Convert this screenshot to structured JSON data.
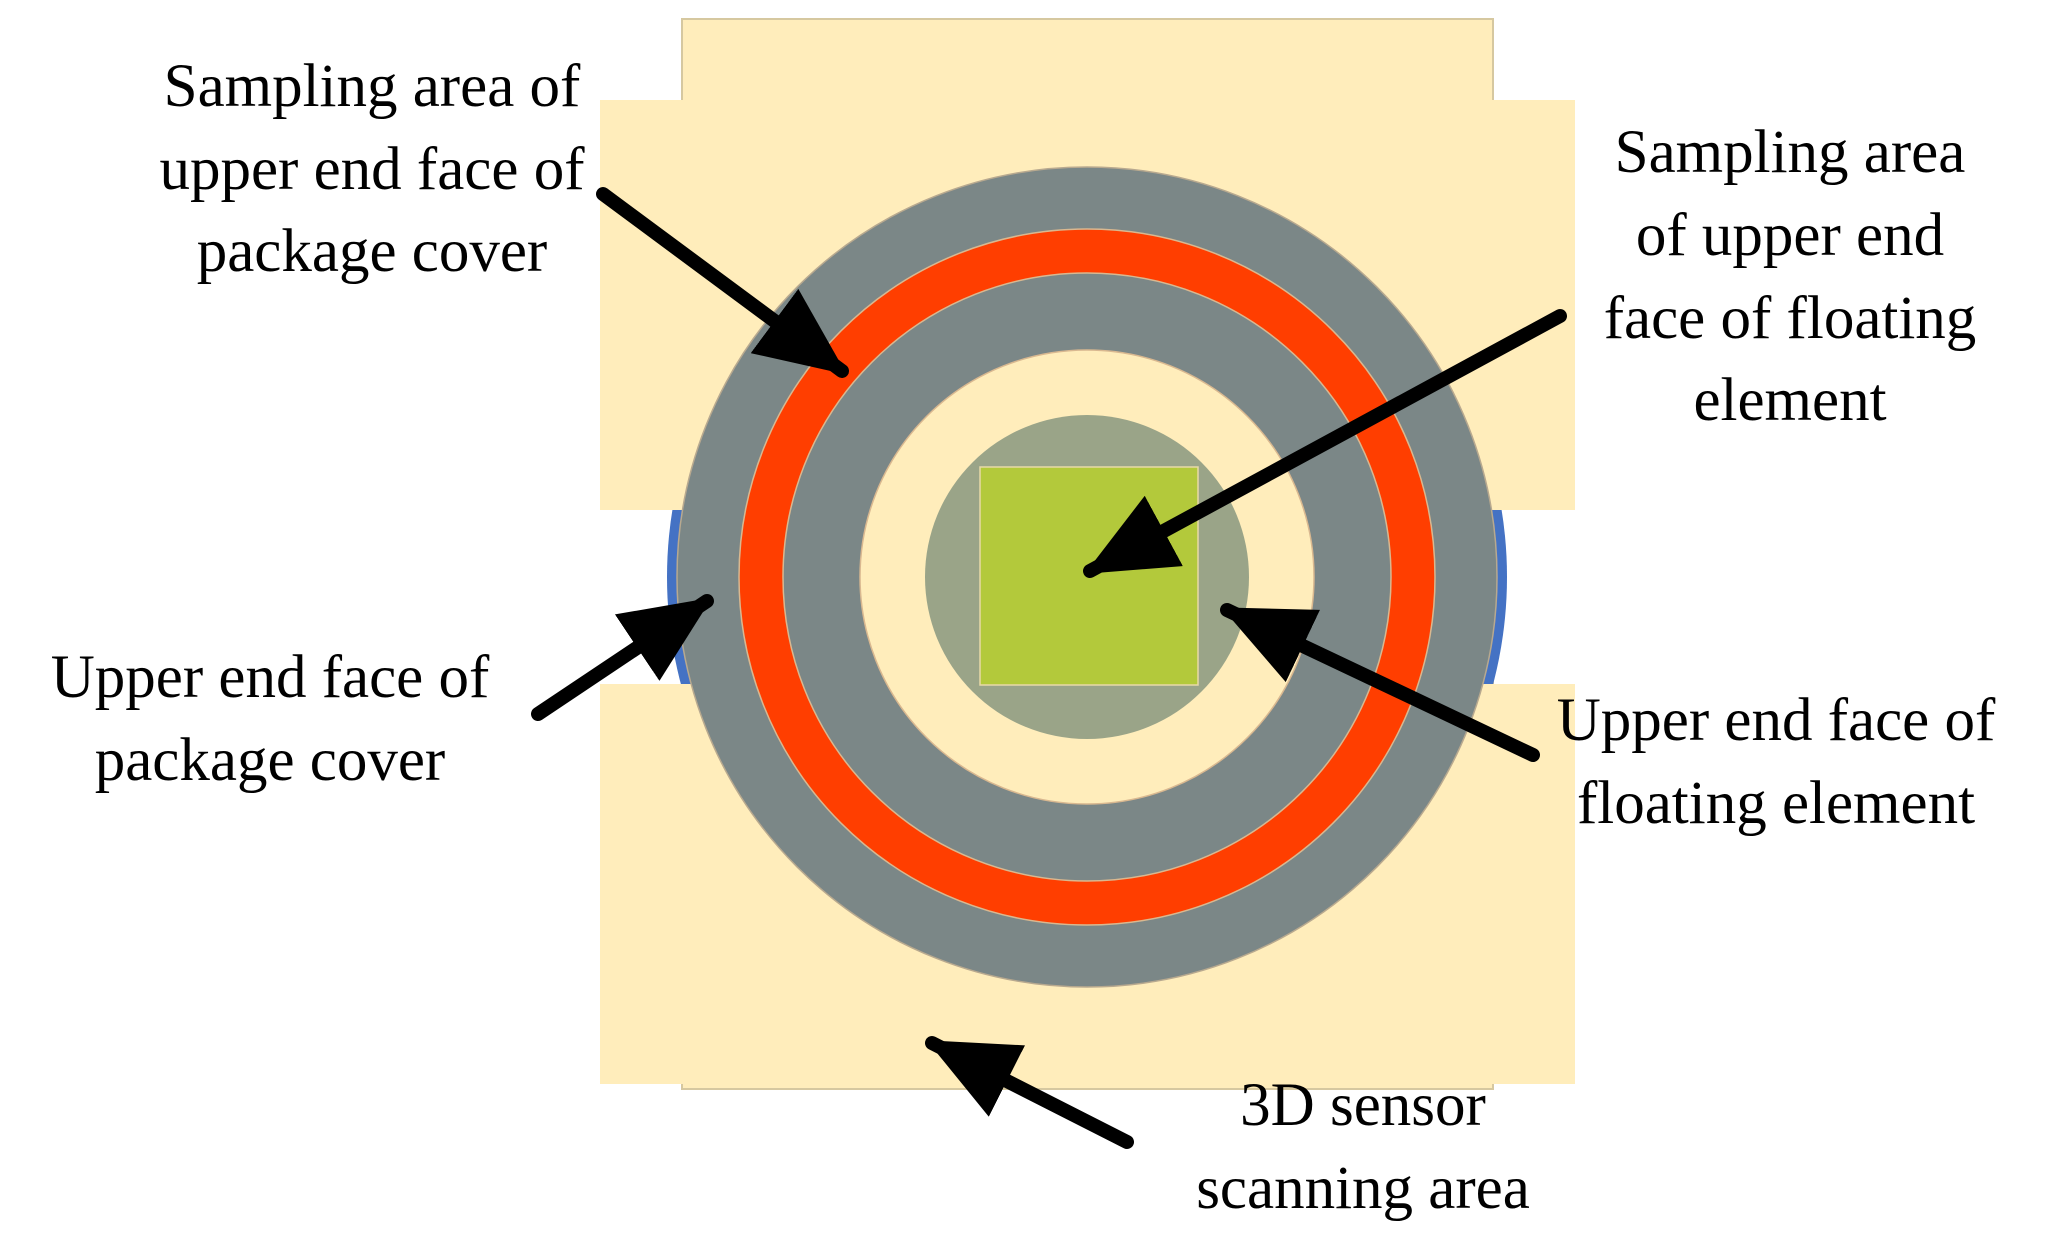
{
  "colors": {
    "background": "#ffffff",
    "scan_area_fill": "#ffedbb",
    "scan_area_stroke": "#d6c8a0",
    "outer_disc": "#4472c4",
    "package_cover_ring": "#7b8787",
    "sampling_ring": "#ff3e00",
    "floating_base": "#9aa488",
    "floating_square": "#b3c93b",
    "arrow": "#000000"
  },
  "labels": {
    "sampling_area_package_cover": [
      "Sampling area of",
      "upper end face of",
      "package cover"
    ],
    "sampling_area_floating_element": [
      "Sampling area",
      "of upper end",
      "face of floating",
      "element"
    ],
    "upper_end_face_package_cover": [
      "Upper end face of",
      "package cover"
    ],
    "upper_end_face_floating_element": [
      "Upper end face of",
      "floating element"
    ],
    "scanning_area": [
      "3D sensor",
      "scanning area"
    ]
  }
}
